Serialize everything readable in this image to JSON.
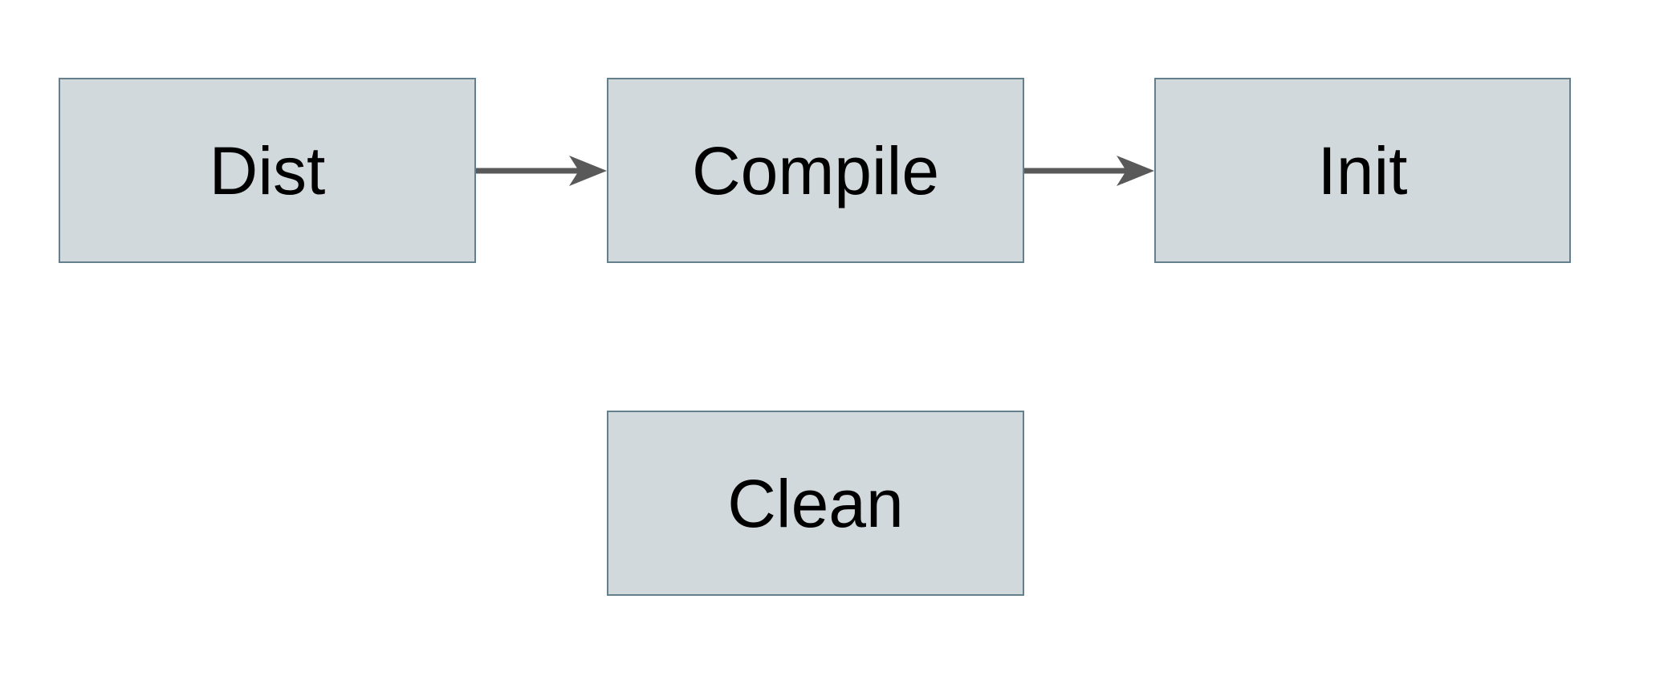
{
  "diagram": {
    "type": "flowchart",
    "nodes": [
      {
        "id": "dist",
        "label": "Dist"
      },
      {
        "id": "compile",
        "label": "Compile"
      },
      {
        "id": "init",
        "label": "Init"
      },
      {
        "id": "clean",
        "label": "Clean"
      }
    ],
    "edges": [
      {
        "from": "Dist",
        "to": "Compile",
        "style": "solid-arrow"
      },
      {
        "from": "Compile",
        "to": "Init",
        "style": "solid-arrow"
      }
    ],
    "colors": {
      "node_fill": "#d2d9dc",
      "node_border": "#65808d",
      "arrow": "#595959",
      "label_text": "#000000",
      "background": "#ffffff"
    }
  }
}
